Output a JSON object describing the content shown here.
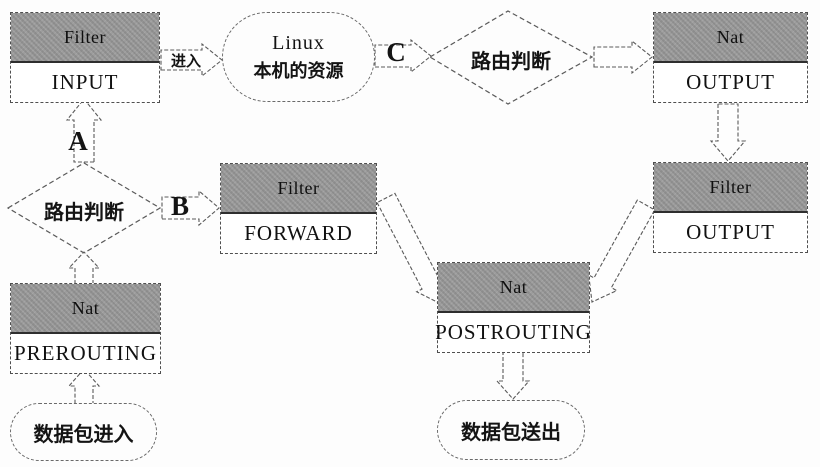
{
  "colors": {
    "header_fill": "#9c9c9c",
    "border": "#5a5a5a",
    "background": "#fdfdfd"
  },
  "nodes": {
    "filter_input": {
      "header": "Filter",
      "body": "INPUT"
    },
    "linux_resources": {
      "title": "Linux",
      "subtitle": "本机的资源"
    },
    "routing_decision_top": {
      "label": "路由判断"
    },
    "nat_output": {
      "header": "Nat",
      "body": "OUTPUT"
    },
    "filter_output": {
      "header": "Filter",
      "body": "OUTPUT"
    },
    "filter_forward": {
      "header": "Filter",
      "body": "FORWARD"
    },
    "routing_decision_left": {
      "label": "路由判断"
    },
    "nat_prerouting": {
      "header": "Nat",
      "body": "PREROUTING"
    },
    "nat_postrouting": {
      "header": "Nat",
      "body": "POSTROUTING"
    },
    "packet_in": {
      "label": "数据包进入"
    },
    "packet_out": {
      "label": "数据包送出"
    }
  },
  "edge_labels": {
    "enter": "进入",
    "branch_a": "A",
    "branch_b": "B",
    "branch_c": "C"
  }
}
